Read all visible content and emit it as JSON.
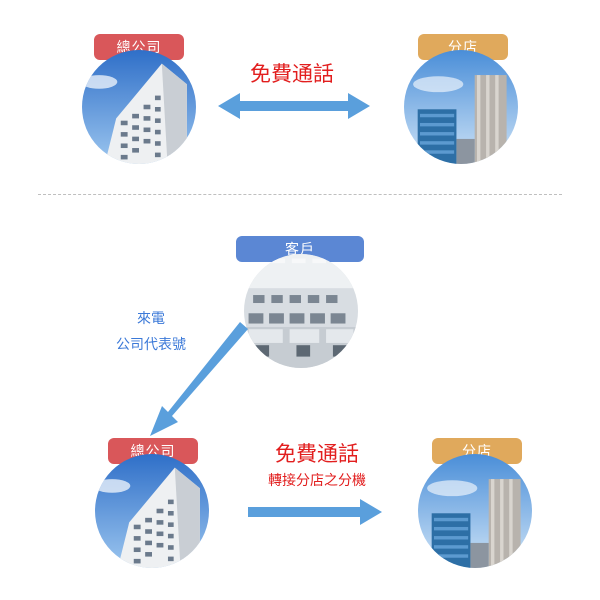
{
  "top": {
    "hq_label": "總公司",
    "branch_label": "分店",
    "link_text": "免費通話"
  },
  "bottom": {
    "customer_label": "客戶",
    "incoming_line1": "來電",
    "incoming_line2": "公司代表號",
    "hq_label": "總公司",
    "branch_label": "分店",
    "link_text": "免費通話",
    "link_subtext": "轉接分店之分機"
  },
  "colors": {
    "hq_badge": "#d9575a",
    "branch_badge": "#e0a95c",
    "customer_badge": "#5b87d4",
    "arrow": "#5a9fdc",
    "accent_text": "#e21e1e",
    "incoming_text": "#3b79d8"
  }
}
